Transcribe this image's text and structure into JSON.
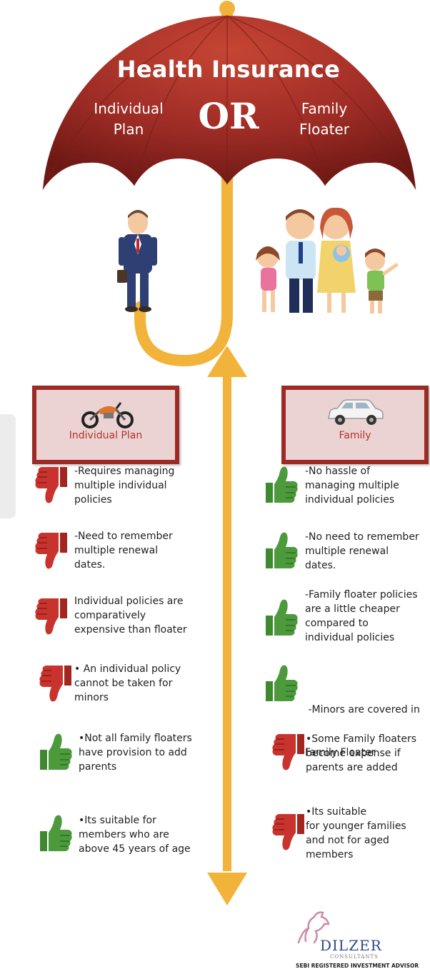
{
  "header": {
    "title": "Health Insurance",
    "left_option": [
      "Individual",
      "Plan"
    ],
    "or_text": "OR",
    "right_option": [
      "Family",
      "Floater"
    ]
  },
  "colors": {
    "umbrella": "#9c2b25",
    "handle": "#f2b33a",
    "box_fill": "#ecd3d3",
    "box_border": "#9c2b25",
    "thumb_up": "#4c9a3c",
    "thumb_down": "#c8342d"
  },
  "left_column": {
    "box_label": "Individual Plan",
    "box_icon": "motorcycle-icon",
    "points": [
      {
        "icon": "thumbs-down-icon",
        "lines": [
          "-Requires managing",
          "multiple individual",
          "policies"
        ]
      },
      {
        "icon": "thumbs-down-icon",
        "lines": [
          "-Need to remember",
          "multiple renewal",
          "dates."
        ]
      },
      {
        "icon": "thumbs-down-icon",
        "lines": [
          "Individual policies are",
          "comparatively",
          "expensive than floater"
        ]
      },
      {
        "icon": "thumbs-down-icon",
        "lines": [
          "• An individual policy",
          "cannot be taken for",
          "minors"
        ]
      },
      {
        "icon": "thumbs-up-icon",
        "lines": [
          "•Not all family floaters",
          "have provision to add",
          "parents"
        ]
      },
      {
        "icon": "thumbs-up-icon",
        "lines": [
          "•Its suitable for",
          "members who are",
          "above 45 years of age"
        ]
      }
    ]
  },
  "right_column": {
    "box_label": "Family",
    "box_icon": "car-icon",
    "points": [
      {
        "icon": "thumbs-up-icon",
        "lines": [
          "-No hassle of",
          "managing multiple",
          "individual policies"
        ]
      },
      {
        "icon": "thumbs-up-icon",
        "lines": [
          "-No need to remember",
          "multiple renewal",
          "dates."
        ]
      },
      {
        "icon": "thumbs-up-icon",
        "lines": [
          "-Family floater policies",
          "are a little cheaper",
          "compared to",
          "individual policies"
        ]
      },
      {
        "icon": "thumbs-up-icon",
        "lines": [
          " -Minors are covered in",
          "Family Floater"
        ]
      },
      {
        "icon": "thumbs-down-icon",
        "lines": [
          "•Some Family floaters",
          "become expense if",
          "parents are added"
        ]
      },
      {
        "icon": "thumbs-down-icon",
        "lines": [
          "•Its suitable",
          "for younger families",
          "and not for aged",
          "members"
        ]
      }
    ]
  },
  "footer": {
    "brand": "DILZER",
    "sub": "CONSULTANTS",
    "tagline": "SEBI REGISTERED INVESTMENT ADVISOR"
  }
}
